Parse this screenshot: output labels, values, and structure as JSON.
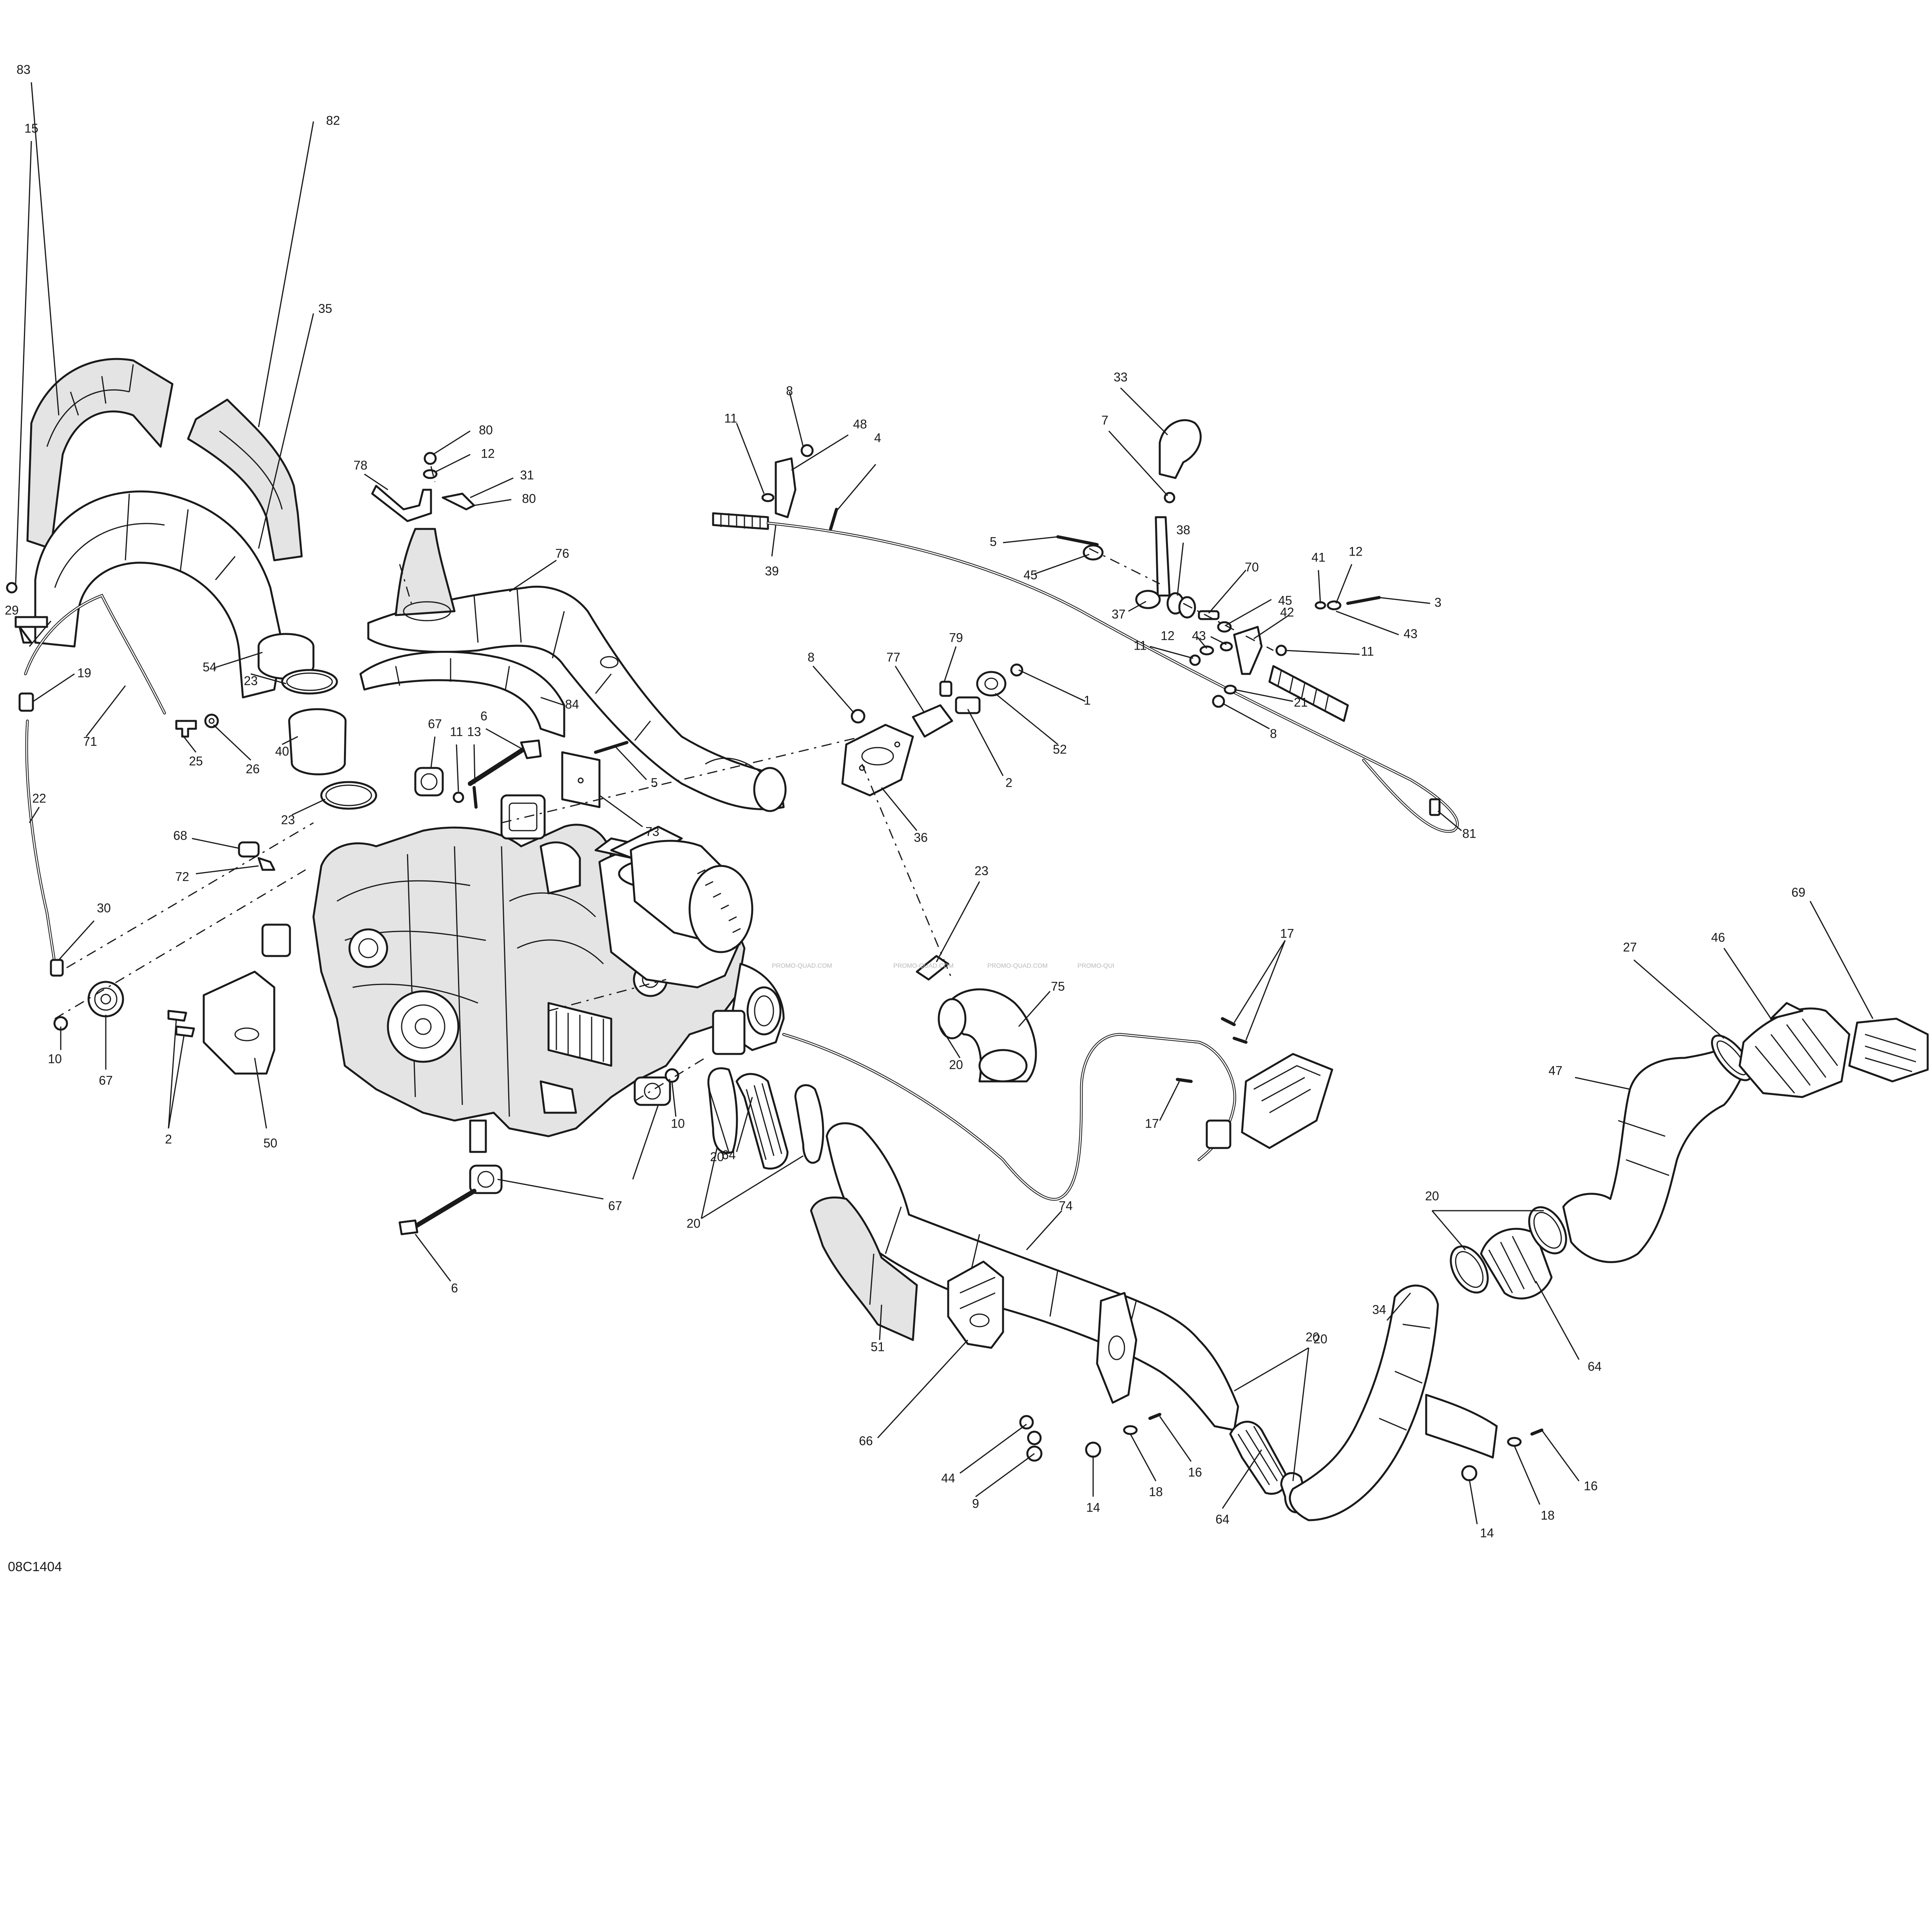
{
  "diagram": {
    "reference_code": "08C1404",
    "watermarks": [
      "PROMO-QUAD.COM",
      "PROMO-QUAD.COM",
      "PROMO-QUAD.COM",
      "PROMO-QUI"
    ]
  },
  "callouts": [
    "83",
    "82",
    "15",
    "80",
    "12",
    "78",
    "31",
    "80",
    "35",
    "29",
    "19",
    "71",
    "54",
    "23",
    "40",
    "23",
    "25",
    "26",
    "22",
    "76",
    "84",
    "6",
    "67",
    "11",
    "13",
    "5",
    "73",
    "68",
    "72",
    "30",
    "10",
    "67",
    "2",
    "50",
    "8",
    "11",
    "48",
    "4",
    "39",
    "8",
    "77",
    "79",
    "2",
    "52",
    "1",
    "36",
    "33",
    "7",
    "5",
    "45",
    "37",
    "38",
    "70",
    "45",
    "41",
    "12",
    "3",
    "43",
    "11",
    "12",
    "43",
    "42",
    "11",
    "21",
    "8",
    "81",
    "23",
    "75",
    "20",
    "17",
    "17",
    "10",
    "67",
    "6",
    "20",
    "64",
    "20",
    "74",
    "51",
    "66",
    "44",
    "9",
    "14",
    "18",
    "16",
    "64",
    "20",
    "20",
    "34",
    "20",
    "64",
    "69",
    "46",
    "27",
    "47",
    "14",
    "18",
    "16"
  ]
}
